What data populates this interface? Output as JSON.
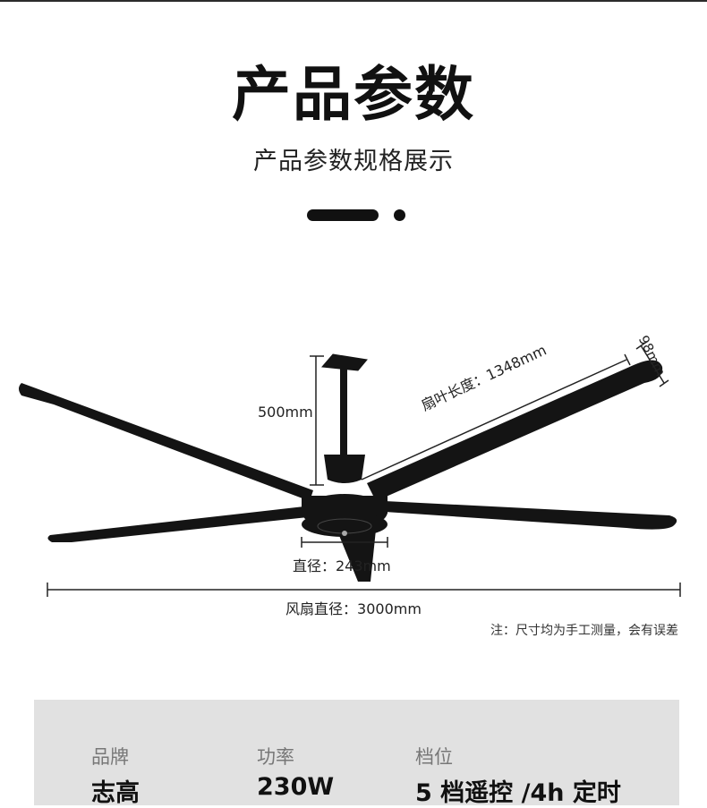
{
  "page": {
    "title": "产品参数",
    "subtitle": "产品参数规格展示"
  },
  "diagram": {
    "height_label": "500mm",
    "blade_label": "扇叶长度：1348mm",
    "blade_width_label": "98mm",
    "motor_label": "直径：243mm",
    "total_label": "风扇直径：3000mm",
    "note": "注：尺寸均为手工测量，会有误差"
  },
  "specs": [
    {
      "label": "品牌",
      "value": "志高"
    },
    {
      "label": "功率",
      "value": "230W"
    },
    {
      "label": "档位",
      "value": "5 档遥控 /4h 定时"
    }
  ],
  "colors": {
    "fan": "#141414",
    "panel_bg": "#e1e1e1",
    "label_gray": "#777777"
  }
}
